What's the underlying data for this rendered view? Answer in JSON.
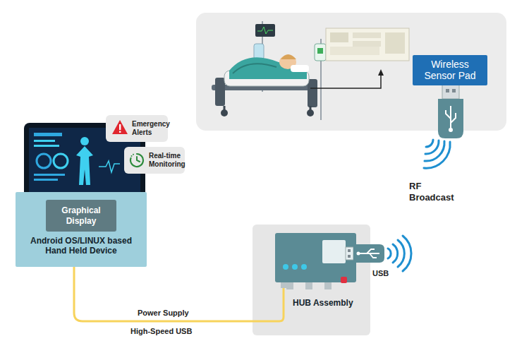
{
  "diagram": {
    "nodes": [
      {
        "text": [
          "Wireless Sensor Pad"
        ]
      },
      {
        "text": [
          "Emergency Alerts"
        ]
      },
      {
        "text": [
          "Real-time Monitoring"
        ]
      },
      {
        "text": [
          "Android OS/LINUX based Hand Held Device"
        ]
      },
      {
        "text": [
          "Graphical Display"
        ],
        "in": 3
      },
      {
        "text": [
          "HUB Assembly"
        ]
      }
    ],
    "edges": [
      {
        "from": 3,
        "to": 5,
        "arrow": "none",
        "label": "Power Supply"
      }
    ],
    "labels": [
      "High-Speed USB",
      "USB",
      "RF Broadcast"
    ]
  }
}
